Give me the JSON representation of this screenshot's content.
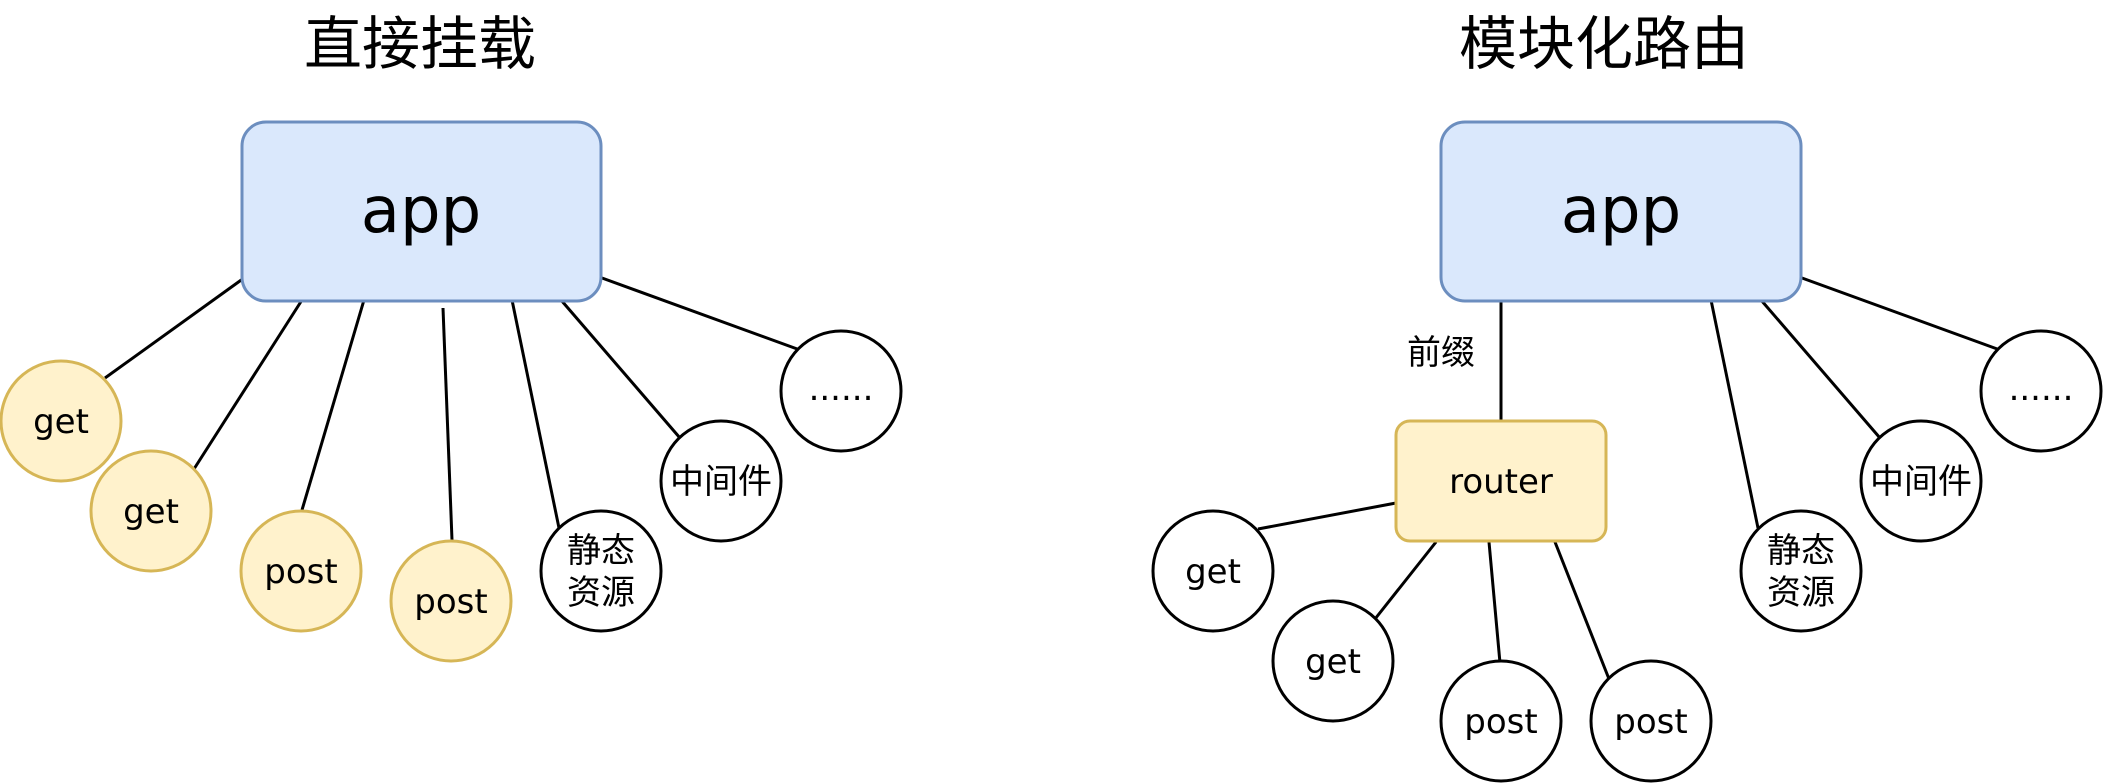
{
  "left": {
    "title": "直接挂载",
    "app_label": "app",
    "nodes": {
      "get1": "get",
      "get2": "get",
      "post1": "post",
      "post2": "post",
      "static_line1": "静态",
      "static_line2": "资源",
      "middleware": "中间件",
      "more": "......"
    }
  },
  "right": {
    "title": "模块化路由",
    "app_label": "app",
    "edge_label": "前缀",
    "router_label": "router",
    "nodes": {
      "get1": "get",
      "get2": "get",
      "post1": "post",
      "post2": "post",
      "static_line1": "静态",
      "static_line2": "资源",
      "middleware": "中间件",
      "more": "......"
    }
  }
}
